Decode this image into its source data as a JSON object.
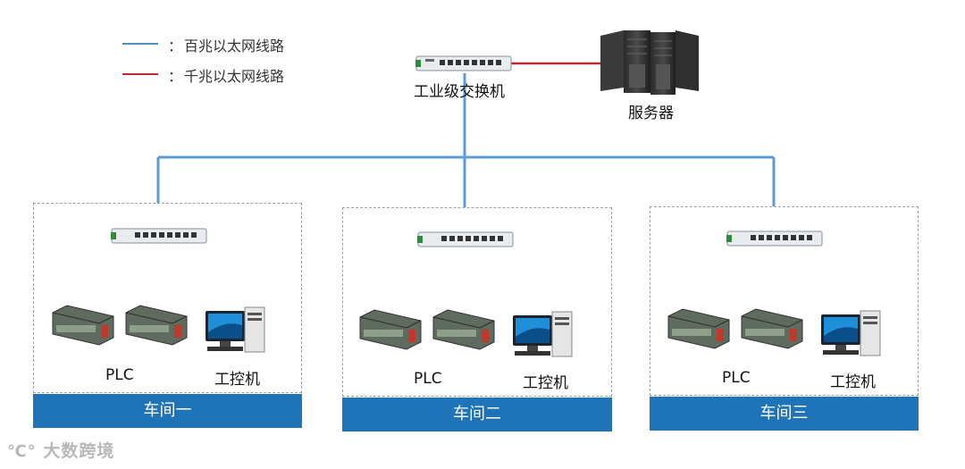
{
  "legend": {
    "items": [
      {
        "color": "#4a90c8",
        "separator": "：",
        "label": "百兆以太网线路"
      },
      {
        "color": "#c0282d",
        "separator": "：",
        "label": "千兆以太网线路"
      }
    ]
  },
  "core": {
    "switch_label": "工业级交换机",
    "server_label": "服务器"
  },
  "workshops": [
    {
      "name": "车间一",
      "plc_label": "PLC",
      "pc_label": "工控机"
    },
    {
      "name": "车间二",
      "plc_label": "PLC",
      "pc_label": "工控机"
    },
    {
      "name": "车间三",
      "plc_label": "PLC",
      "pc_label": "工控机"
    }
  ],
  "watermark": "大数跨境",
  "colors": {
    "fast_ethernet": "#4a90c8",
    "gigabit_ethernet": "#c0282d",
    "workshop_bar": "#1f73b7"
  }
}
